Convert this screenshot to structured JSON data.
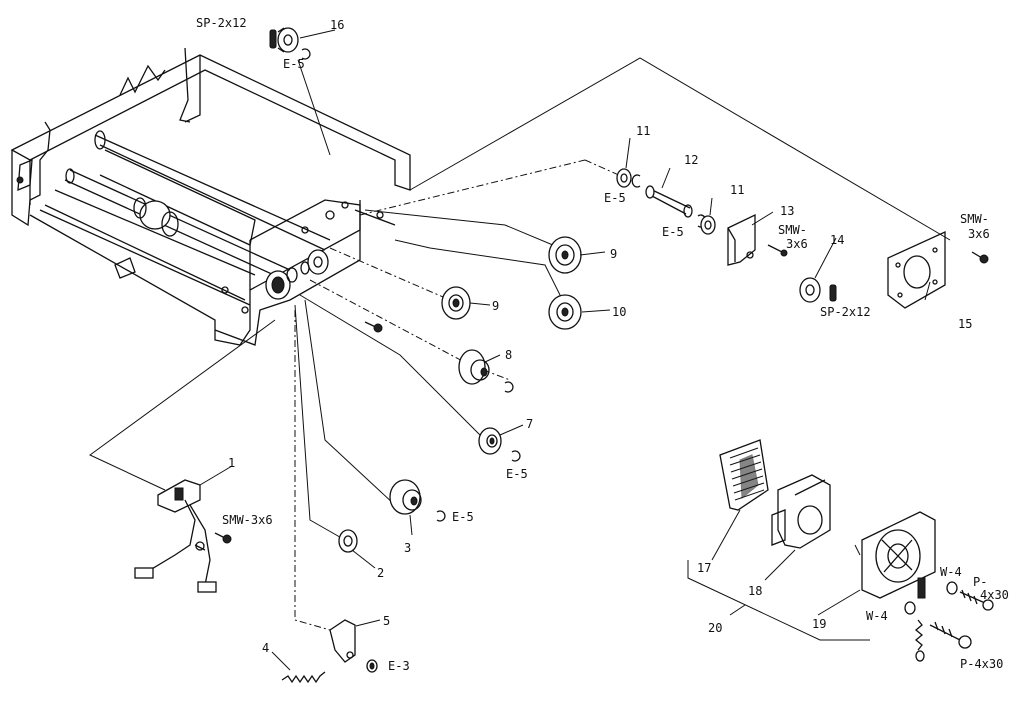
{
  "labels": {
    "n1": "1",
    "n2": "2",
    "n3": "3",
    "n4": "4",
    "n5": "5",
    "n7": "7",
    "n8": "8",
    "n9a": "9",
    "n9b": "9",
    "n10": "10",
    "n11a": "11",
    "n11b": "11",
    "n12": "12",
    "n13": "13",
    "n14": "14",
    "n15": "15",
    "n16": "16",
    "n17": "17",
    "n18": "18",
    "n19": "19",
    "n20": "20",
    "sp_top": "SP-2x12",
    "sp_right": "SP-2x12",
    "e5_top": "E-5",
    "e5_11a": "E-5",
    "e5_11b": "E-5",
    "e5_7": "E-5",
    "e5_3": "E-5",
    "e3": "E-3",
    "smw_1": "SMW-3x6",
    "smw_13a": "SMW-",
    "smw_13b": "3x6",
    "smw_15a": "SMW-",
    "smw_15b": "3x6",
    "w4_a": "W-4",
    "w4_b": "W-4",
    "p_a1": "P-",
    "p_a2": "4x30",
    "p_b": "P-4x30"
  },
  "colors": {
    "ink": "#111111",
    "paper": "#ffffff"
  }
}
